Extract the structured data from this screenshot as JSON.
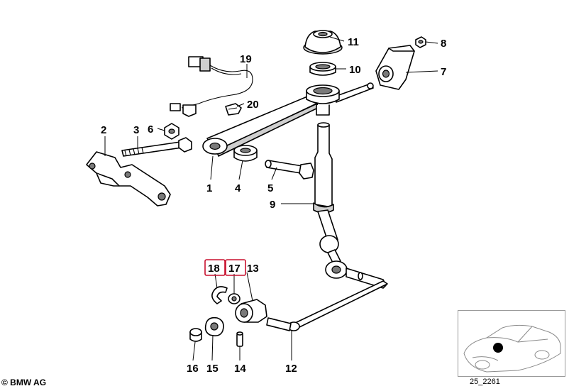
{
  "footer": {
    "copyright": "© BMW AG",
    "diagram_code": "25_2261"
  },
  "callouts": [
    {
      "id": "1",
      "text": "1",
      "highlighted": false
    },
    {
      "id": "2",
      "text": "2",
      "highlighted": false
    },
    {
      "id": "3",
      "text": "3",
      "highlighted": false
    },
    {
      "id": "4",
      "text": "4",
      "highlighted": false
    },
    {
      "id": "5",
      "text": "5",
      "highlighted": false
    },
    {
      "id": "6",
      "text": "6",
      "highlighted": false
    },
    {
      "id": "7",
      "text": "7",
      "highlighted": false
    },
    {
      "id": "8",
      "text": "8",
      "highlighted": false
    },
    {
      "id": "9",
      "text": "9",
      "highlighted": false
    },
    {
      "id": "10",
      "text": "10",
      "highlighted": false
    },
    {
      "id": "11",
      "text": "11",
      "highlighted": false
    },
    {
      "id": "12",
      "text": "12",
      "highlighted": false
    },
    {
      "id": "13",
      "text": "13",
      "highlighted": false
    },
    {
      "id": "14",
      "text": "14",
      "highlighted": false
    },
    {
      "id": "15",
      "text": "15",
      "highlighted": false
    },
    {
      "id": "16",
      "text": "16",
      "highlighted": false
    },
    {
      "id": "17",
      "text": "17",
      "highlighted": true
    },
    {
      "id": "18",
      "text": "18",
      "highlighted": true
    },
    {
      "id": "19",
      "text": "19",
      "highlighted": false
    },
    {
      "id": "20",
      "text": "20",
      "highlighted": false
    }
  ],
  "colors": {
    "line": "#000000",
    "highlight": "#c8102e",
    "background": "#ffffff"
  }
}
